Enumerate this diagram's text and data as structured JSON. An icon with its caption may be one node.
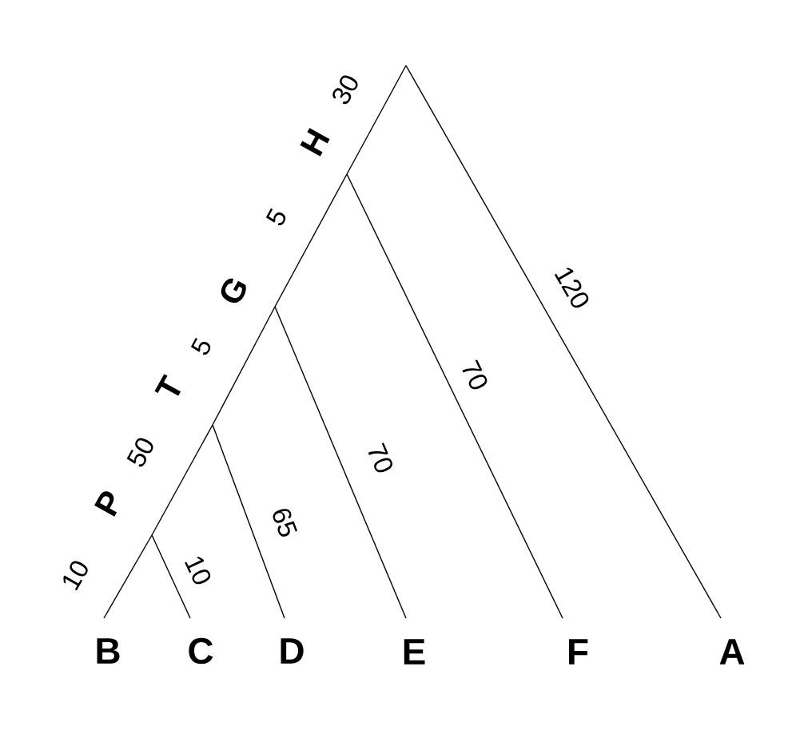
{
  "diagram": {
    "nodes": [
      {
        "text": [
          "H"
        ]
      },
      {
        "text": [
          "G"
        ]
      },
      {
        "text": [
          "T"
        ]
      },
      {
        "text": [
          "P"
        ]
      },
      {
        "text": [
          "B"
        ]
      },
      {
        "text": [
          "C"
        ]
      },
      {
        "text": [
          "D"
        ]
      },
      {
        "text": [
          "E"
        ]
      },
      {
        "text": [
          "F"
        ]
      },
      {
        "text": [
          "A"
        ]
      }
    ],
    "edges": [
      {
        "from": null,
        "to": 9,
        "arrow": "none",
        "label": "120"
      },
      {
        "from": null,
        "to": 0,
        "arrow": "none",
        "label": "30"
      },
      {
        "from": 0,
        "to": 8,
        "arrow": "none",
        "label": "70"
      },
      {
        "from": 0,
        "to": 1,
        "arrow": "none",
        "label": "5"
      },
      {
        "from": 1,
        "to": 7,
        "arrow": "none",
        "label": "70"
      },
      {
        "from": 1,
        "to": 2,
        "arrow": "none",
        "label": "5"
      },
      {
        "from": 2,
        "to": 6,
        "arrow": "none",
        "label": "65"
      },
      {
        "from": 2,
        "to": 3,
        "arrow": "none",
        "label": "50"
      },
      {
        "from": 3,
        "to": 5,
        "arrow": "none",
        "label": "10"
      },
      {
        "from": 3,
        "to": 4,
        "arrow": "none",
        "label": "10"
      }
    ]
  }
}
